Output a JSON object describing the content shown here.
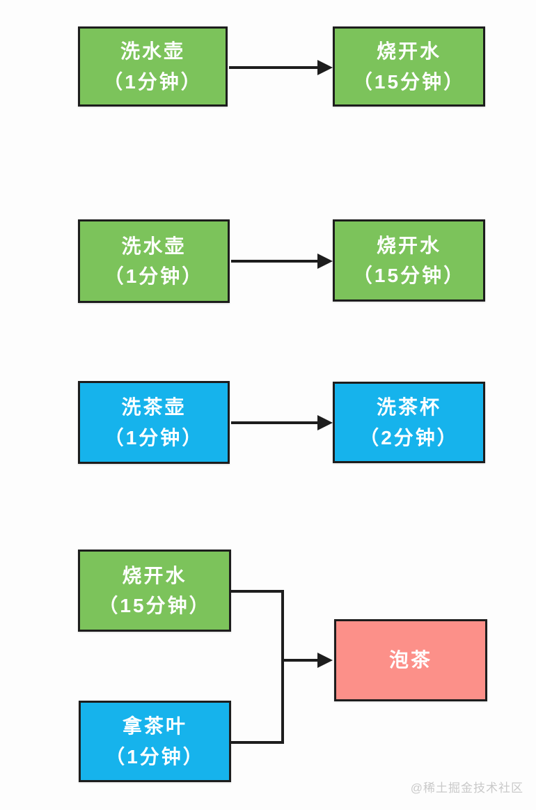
{
  "colors": {
    "green": "#7cc35b",
    "blue": "#16b3ec",
    "pink": "#fc9089",
    "line": "#1d1d1d",
    "node_text": "#ffffff",
    "watermark": "#c9c9c9",
    "background": "#fdfdfd"
  },
  "diagram": {
    "nodes": [
      {
        "id": "n1",
        "color": "green",
        "lines": [
          "洗水壶",
          "（1分钟）"
        ]
      },
      {
        "id": "n2",
        "color": "green",
        "lines": [
          "烧开水",
          "（15分钟）"
        ]
      },
      {
        "id": "n3",
        "color": "green",
        "lines": [
          "洗水壶",
          "（1分钟）"
        ]
      },
      {
        "id": "n4",
        "color": "green",
        "lines": [
          "烧开水",
          "（15分钟）"
        ]
      },
      {
        "id": "n5",
        "color": "blue",
        "lines": [
          "洗茶壶",
          "（1分钟）"
        ]
      },
      {
        "id": "n6",
        "color": "blue",
        "lines": [
          "洗茶杯",
          "（2分钟）"
        ]
      },
      {
        "id": "n7",
        "color": "green",
        "lines": [
          "烧开水",
          "（15分钟）"
        ]
      },
      {
        "id": "n8",
        "color": "blue",
        "lines": [
          "拿茶叶",
          "（1分钟）"
        ]
      },
      {
        "id": "n9",
        "color": "pink",
        "lines": [
          "泡茶"
        ]
      }
    ],
    "edges": [
      {
        "from": "n1",
        "to": "n2"
      },
      {
        "from": "n3",
        "to": "n4"
      },
      {
        "from": "n5",
        "to": "n6"
      },
      {
        "from": "n7",
        "to": "n9"
      },
      {
        "from": "n8",
        "to": "n9"
      }
    ]
  },
  "watermark": {
    "text": "@稀土掘金技术社区"
  }
}
